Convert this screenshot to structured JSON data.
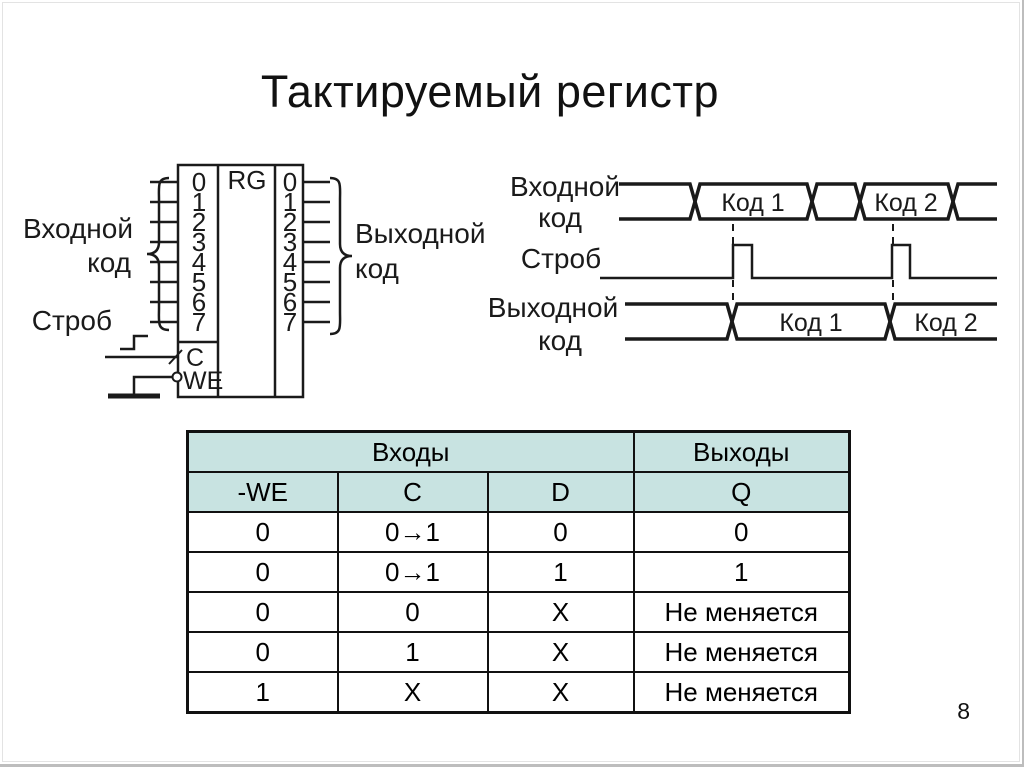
{
  "slide": {
    "title": "Тактируемый регистр",
    "page_number": "8"
  },
  "colors": {
    "table_header_bg": "#c8e3e1",
    "ink": "#1a1a1a"
  },
  "circuit": {
    "register_label": "RG",
    "clock_input_label": "C",
    "write_enable_label": "WE",
    "input_pins": [
      "0",
      "1",
      "2",
      "3",
      "4",
      "5",
      "6",
      "7"
    ],
    "output_pins": [
      "0",
      "1",
      "2",
      "3",
      "4",
      "5",
      "6",
      "7"
    ],
    "input_code_label": [
      "Входной",
      "код"
    ],
    "strobe_label": "Строб",
    "output_code_label": [
      "Выходной",
      "код"
    ]
  },
  "timing": {
    "input_code_label": [
      "Входной",
      "код"
    ],
    "strobe_label": "Строб",
    "output_code_label": [
      "Выходной",
      "код"
    ],
    "input_bus_cells": [
      "Код 1",
      "Код 2"
    ],
    "output_bus_cells": [
      "Код 1",
      "Код 2"
    ]
  },
  "truth_table": {
    "group_headers": [
      "Входы",
      "Выходы"
    ],
    "column_headers": [
      "-WE",
      "C",
      "D",
      "Q"
    ],
    "rows": [
      [
        "0",
        "0→1",
        "0",
        "0"
      ],
      [
        "0",
        "0→1",
        "1",
        "1"
      ],
      [
        "0",
        "0",
        "X",
        "Не меняется"
      ],
      [
        "0",
        "1",
        "X",
        "Не меняется"
      ],
      [
        "1",
        "X",
        "X",
        "Не меняется"
      ]
    ]
  }
}
